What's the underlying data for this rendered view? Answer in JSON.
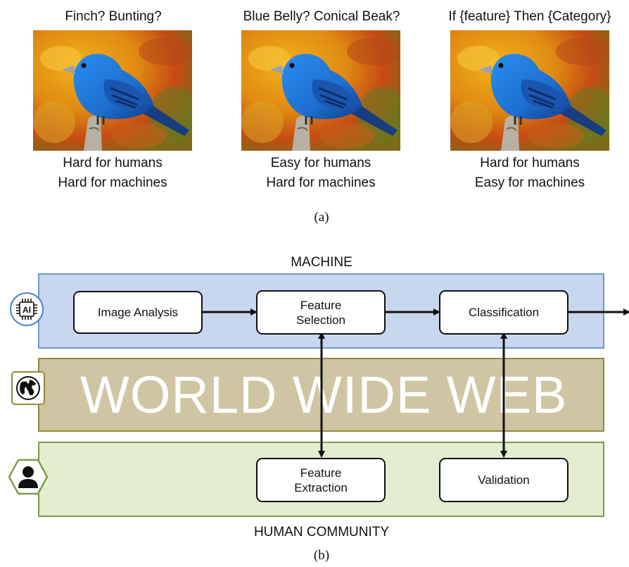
{
  "part_a": {
    "panels": [
      {
        "question": "Finch? Bunting?",
        "caption_line1": "Hard for humans",
        "caption_line2": "Hard for machines"
      },
      {
        "question": "Blue Belly? Conical Beak?",
        "caption_line1": "Easy for humans",
        "caption_line2": "Hard for machines"
      },
      {
        "question": "If {feature} Then {Category}",
        "caption_line1": "Hard for humans",
        "caption_line2": "Easy for machines"
      }
    ],
    "label": "(a)"
  },
  "part_b": {
    "machine_title": "MACHINE",
    "web_title": "WORLD WIDE WEB",
    "human_title": "HUMAN COMMUNITY",
    "ai_icon_text": "AI",
    "nodes": {
      "image_analysis": "Image Analysis",
      "feature_selection_line1": "Feature",
      "feature_selection_line2": "Selection",
      "classification": "Classification",
      "feature_extraction_line1": "Feature",
      "feature_extraction_line2": "Extraction",
      "validation": "Validation"
    },
    "label": "(b)"
  },
  "colors": {
    "machine_fill": "#c7d7ef",
    "machine_border": "#6b98cf",
    "web_fill": "#cfc5a3",
    "web_border": "#8f8a3a",
    "human_fill": "#e3edcf",
    "human_border": "#7f9a46",
    "bird_blue": "#1f7fd8"
  }
}
